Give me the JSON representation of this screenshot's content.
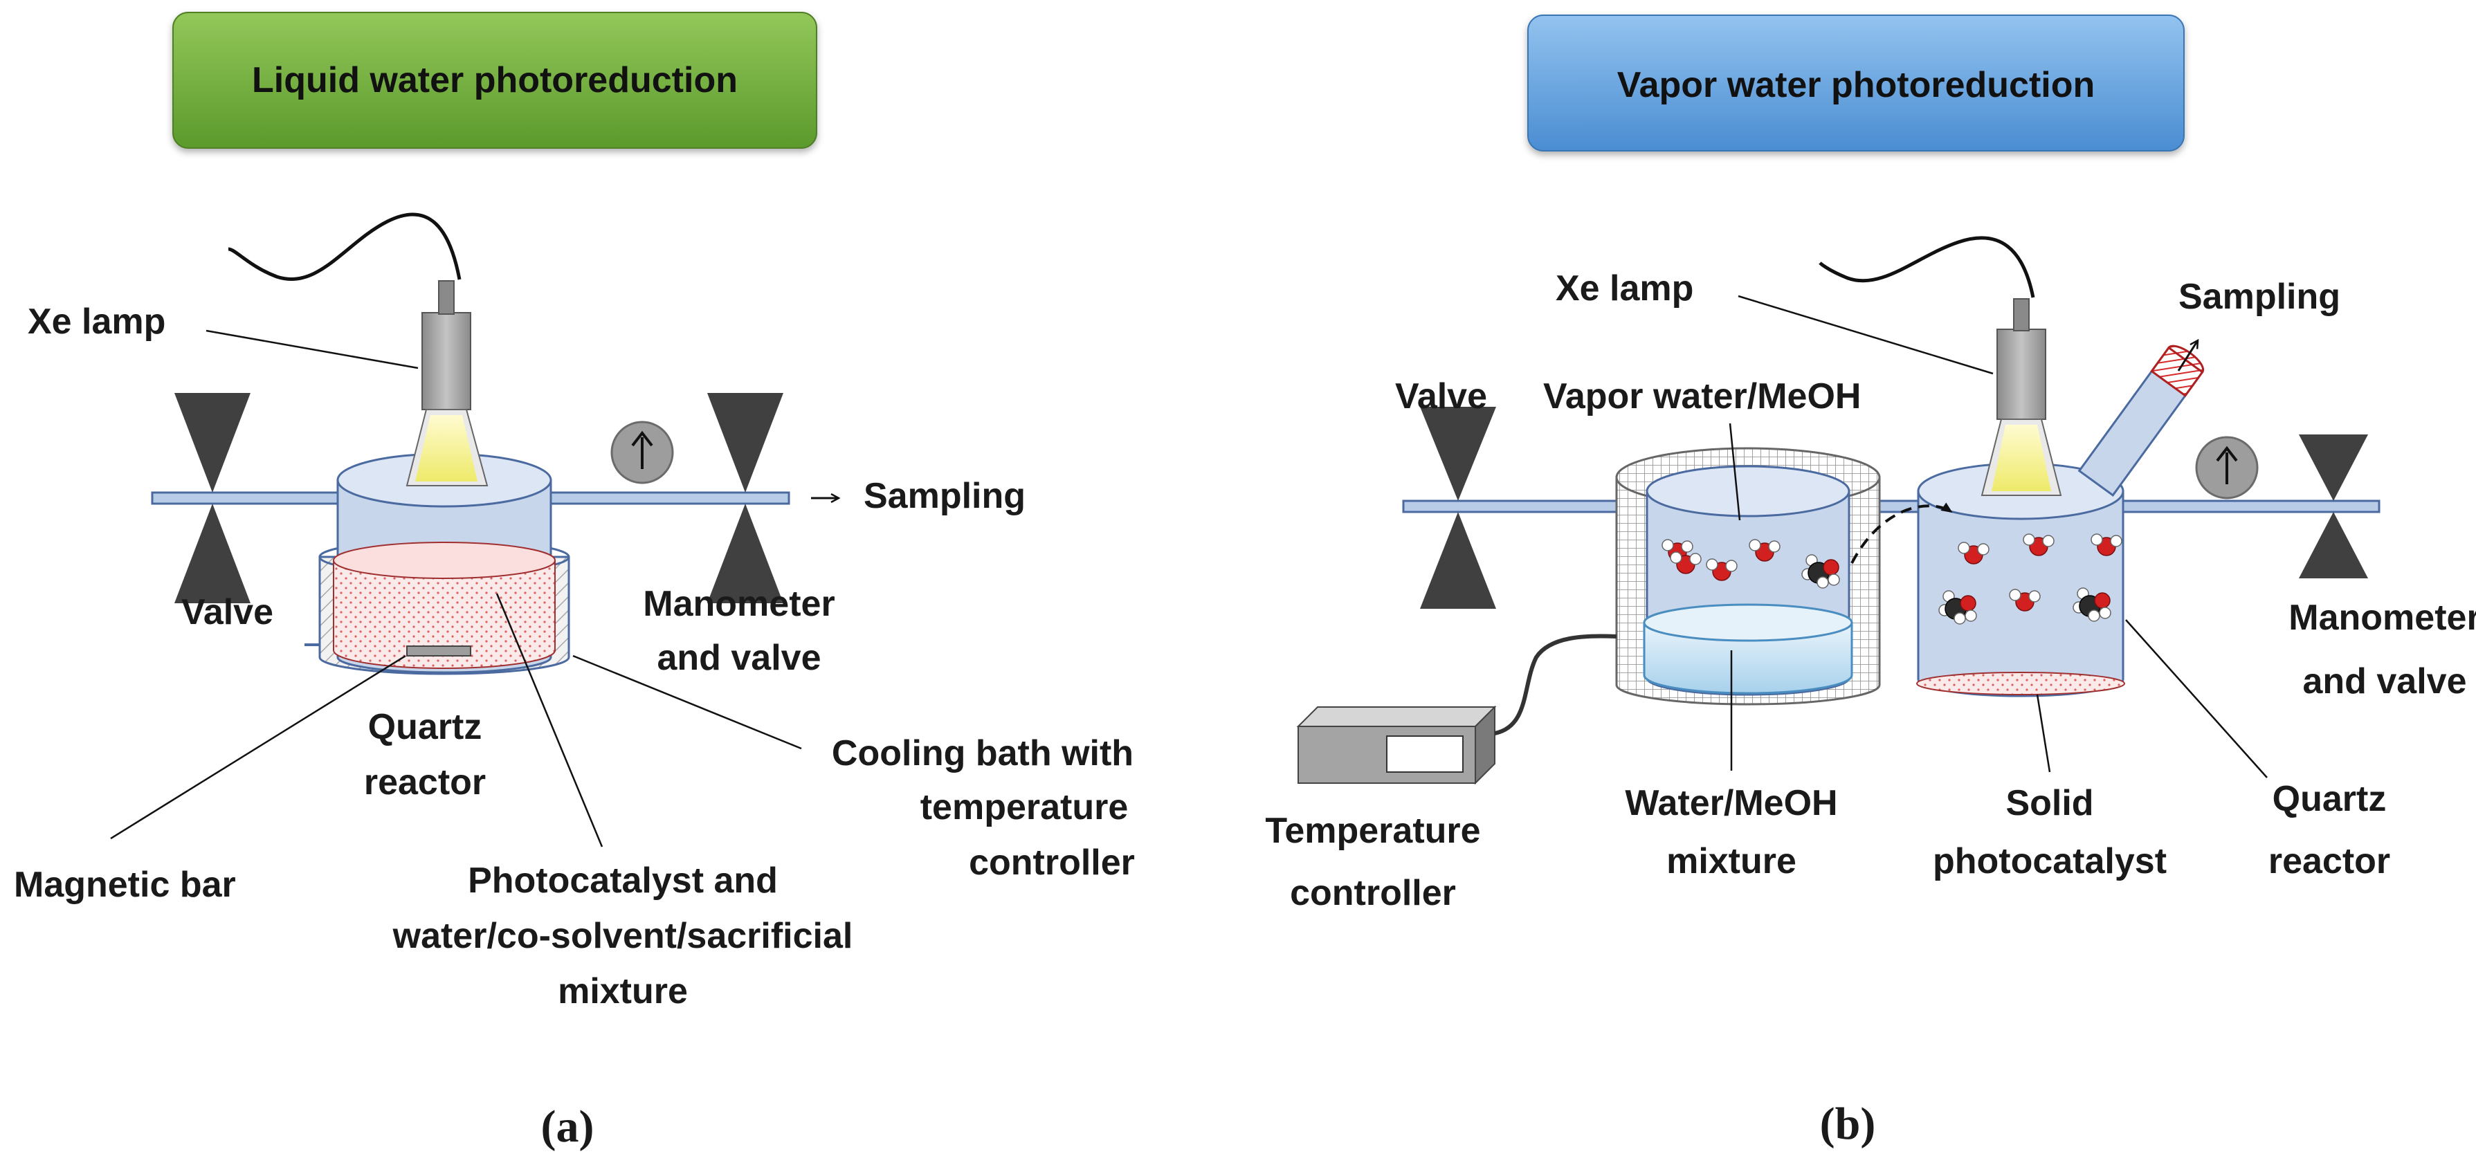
{
  "panel_a": {
    "header": "Liquid water photoreduction",
    "caption": "(a)",
    "labels": {
      "xe_lamp": "Xe lamp",
      "sampling": "Sampling",
      "valve": "Valve",
      "manometer_1": "Manometer",
      "manometer_2": "and valve",
      "quartz_1": "Quartz",
      "quartz_2": "reactor",
      "cooling_1": "Cooling bath with",
      "cooling_2": "temperature",
      "cooling_3": "controller",
      "magnetic_bar": "Magnetic bar",
      "photocat_1": "Photocatalyst and",
      "photocat_2": "water/co-solvent/sacrificial",
      "photocat_3": "mixture"
    }
  },
  "panel_b": {
    "header": "Vapor water photoreduction",
    "caption": "(b)",
    "labels": {
      "xe_lamp": "Xe lamp",
      "sampling": "Sampling",
      "valve": "Valve",
      "vapor": "Vapor water/MeOH",
      "manometer_1": "Manometer",
      "manometer_2": "and valve",
      "temp_1": "Temperature",
      "temp_2": "controller",
      "mix_1": "Water/MeOH",
      "mix_2": "mixture",
      "solid_1": "Solid",
      "solid_2": "photocatalyst",
      "quartz_1": "Quartz",
      "quartz_2": "reactor"
    }
  },
  "colors": {
    "header_a_top": "#8cc152",
    "header_a_bottom": "#5e9a2e",
    "header_b_top": "#8fc0ee",
    "header_b_bottom": "#4a8fd4",
    "reactor_fill": "#c8d6ec",
    "reactor_top": "#dce6f5",
    "reactor_stroke": "#4a6aa0",
    "pipe_fill": "#b8cce8",
    "valve": "#404040",
    "lamp_body": "#a6a6a6",
    "lamp_light": "#f3f08a",
    "liquid_dots": "#e06666",
    "cooling_hatch": "#b0b0b0",
    "oxygen": "#d21f1f",
    "hydrogen": "#ffffff",
    "carbon": "#2b2b2b"
  }
}
